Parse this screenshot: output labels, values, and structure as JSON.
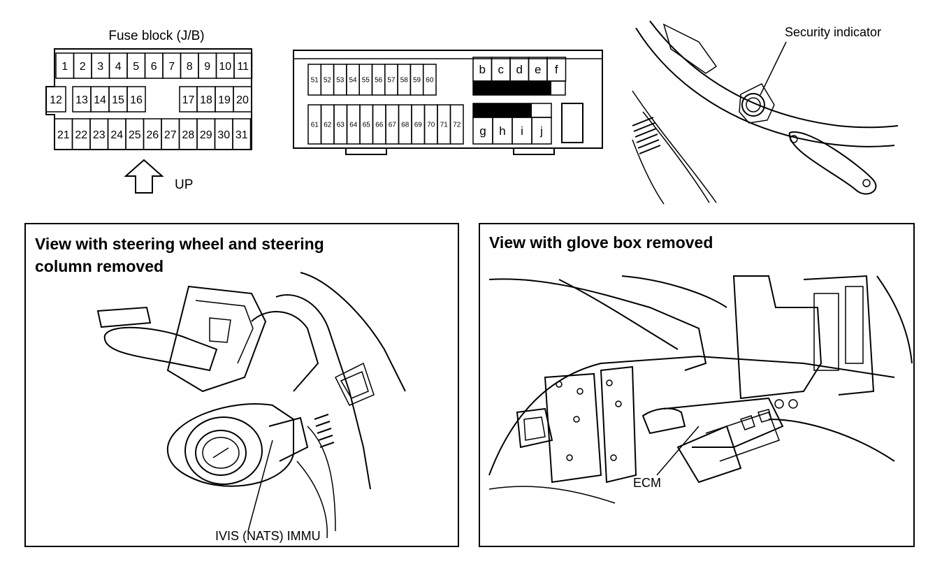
{
  "fuse_block": {
    "title": "Fuse block (J/B)",
    "rows": [
      [
        "1",
        "2",
        "3",
        "4",
        "5",
        "6",
        "7",
        "8",
        "9",
        "10",
        "11"
      ],
      [
        "12",
        "13",
        "14",
        "15",
        "16",
        "17",
        "18",
        "19",
        "20"
      ],
      [
        "21",
        "22",
        "23",
        "24",
        "25",
        "26",
        "27",
        "28",
        "29",
        "30",
        "31"
      ]
    ],
    "up_label": "UP"
  },
  "relay_box": {
    "top_row": [
      "51",
      "52",
      "53",
      "54",
      "55",
      "56",
      "57",
      "58",
      "59",
      "60"
    ],
    "bottom_row": [
      "61",
      "62",
      "63",
      "64",
      "65",
      "66",
      "67",
      "68",
      "69",
      "70",
      "71",
      "72"
    ],
    "top_letters": [
      "b",
      "c",
      "d",
      "e",
      "f"
    ],
    "bottom_letters": [
      "g",
      "h",
      "i",
      "j"
    ]
  },
  "security": {
    "label": "Security indicator"
  },
  "steering_panel": {
    "heading_line1": "View with steering wheel and steering",
    "heading_line2": "column removed",
    "callout": "IVIS (NATS) IMMU"
  },
  "glovebox_panel": {
    "heading": "View with glove box removed",
    "callout": "ECM"
  }
}
